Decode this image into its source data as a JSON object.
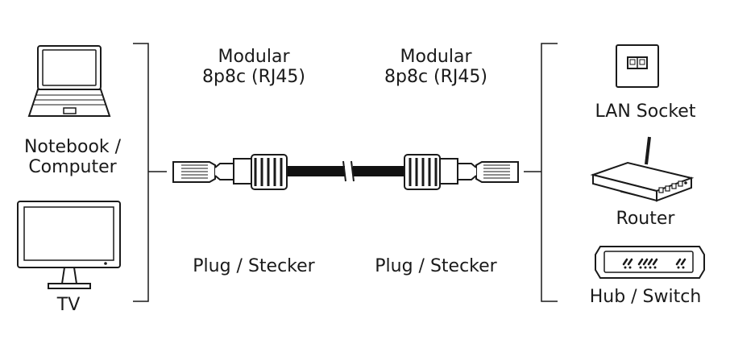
{
  "left": {
    "device1": "Notebook / Computer",
    "device1_line1": "Notebook /",
    "device1_line2": "Computer",
    "device2": "TV"
  },
  "connector_left": {
    "line1": "Modular",
    "line2": "8p8c (RJ45)",
    "plug": "Plug / Stecker"
  },
  "connector_right": {
    "line1": "Modular",
    "line2": "8p8c (RJ45)",
    "plug": "Plug / Stecker"
  },
  "right": {
    "device1": "LAN Socket",
    "device2": "Router",
    "device3": "Hub / Switch"
  },
  "colors": {
    "line": "#1a1a1a",
    "cable": "#111111",
    "background": "#ffffff"
  }
}
